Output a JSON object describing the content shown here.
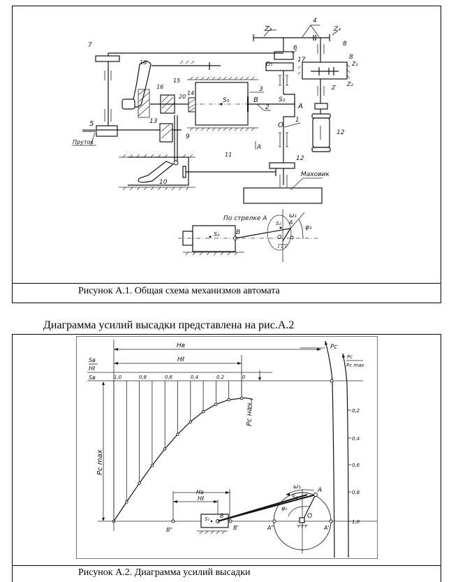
{
  "figure1": {
    "caption": "Рисунок А.1. Общая схема механизмов автомата",
    "labels": {
      "part1": "1",
      "part2": "2",
      "part3": "3",
      "part4": "4",
      "part5": "5",
      "part6": "6",
      "part7": "7",
      "part8": "8",
      "part9": "9",
      "part10": "10",
      "part11": "11",
      "part12": "12",
      "part13": "13",
      "part14": "14",
      "part15": "15",
      "part16": "16",
      "part17": "17",
      "part18": "18",
      "part20": "20",
      "part_motor": "12",
      "z1": "Z",
      "z2": "Z₂",
      "z3": "Z₃",
      "z4": "Z₄",
      "z5": "Z₅",
      "point_A": "A",
      "point_B": "B",
      "point_O": "O",
      "point_D": "D₁",
      "s2": "S₂",
      "s3": "S₃",
      "section_mark": "A",
      "rod": "Пруток",
      "flywheel": "Маховик",
      "view_title": "По стрелке А",
      "view_s3": "S₃",
      "view_s2": "S₂",
      "view_B": "B",
      "view_A": "A",
      "view_O": "O",
      "view_omega": "ω₁",
      "view_phi": "φ₁"
    }
  },
  "intro_text": "Диаграмма усилий высадки представлена на рис.А.2",
  "figure2": {
    "caption": "Рисунок А.2. Диаграмма усилий высадки",
    "labels": {
      "HB_top": "Hв",
      "Hl_top": "Hℓ",
      "sb_over_hl_num": "Sв",
      "sb_over_hl_den": "Hℓ",
      "sb": "Sв",
      "scale_x": [
        "1,0",
        "0,8",
        "0,6",
        "0,4",
        "0,2",
        "0"
      ],
      "pc": "Pc",
      "pc_ratio_num": "Pc",
      "pc_ratio_den": "Pc max",
      "scale_y": [
        "0,2",
        "0,4",
        "0,6",
        "0,8",
        "1,0"
      ],
      "pc_start": "Pc нач",
      "r_max": "Pc max",
      "HB_low": "Hв",
      "Hl_low": "Hℓ",
      "B2": "B\"",
      "B1": "B'",
      "B": "B",
      "S1": "S₁",
      "A2": "A\"",
      "A1": "A'",
      "A": "A",
      "O": "O",
      "S2": "S₂",
      "omega": "ω₁",
      "phi": "φ₀"
    }
  }
}
